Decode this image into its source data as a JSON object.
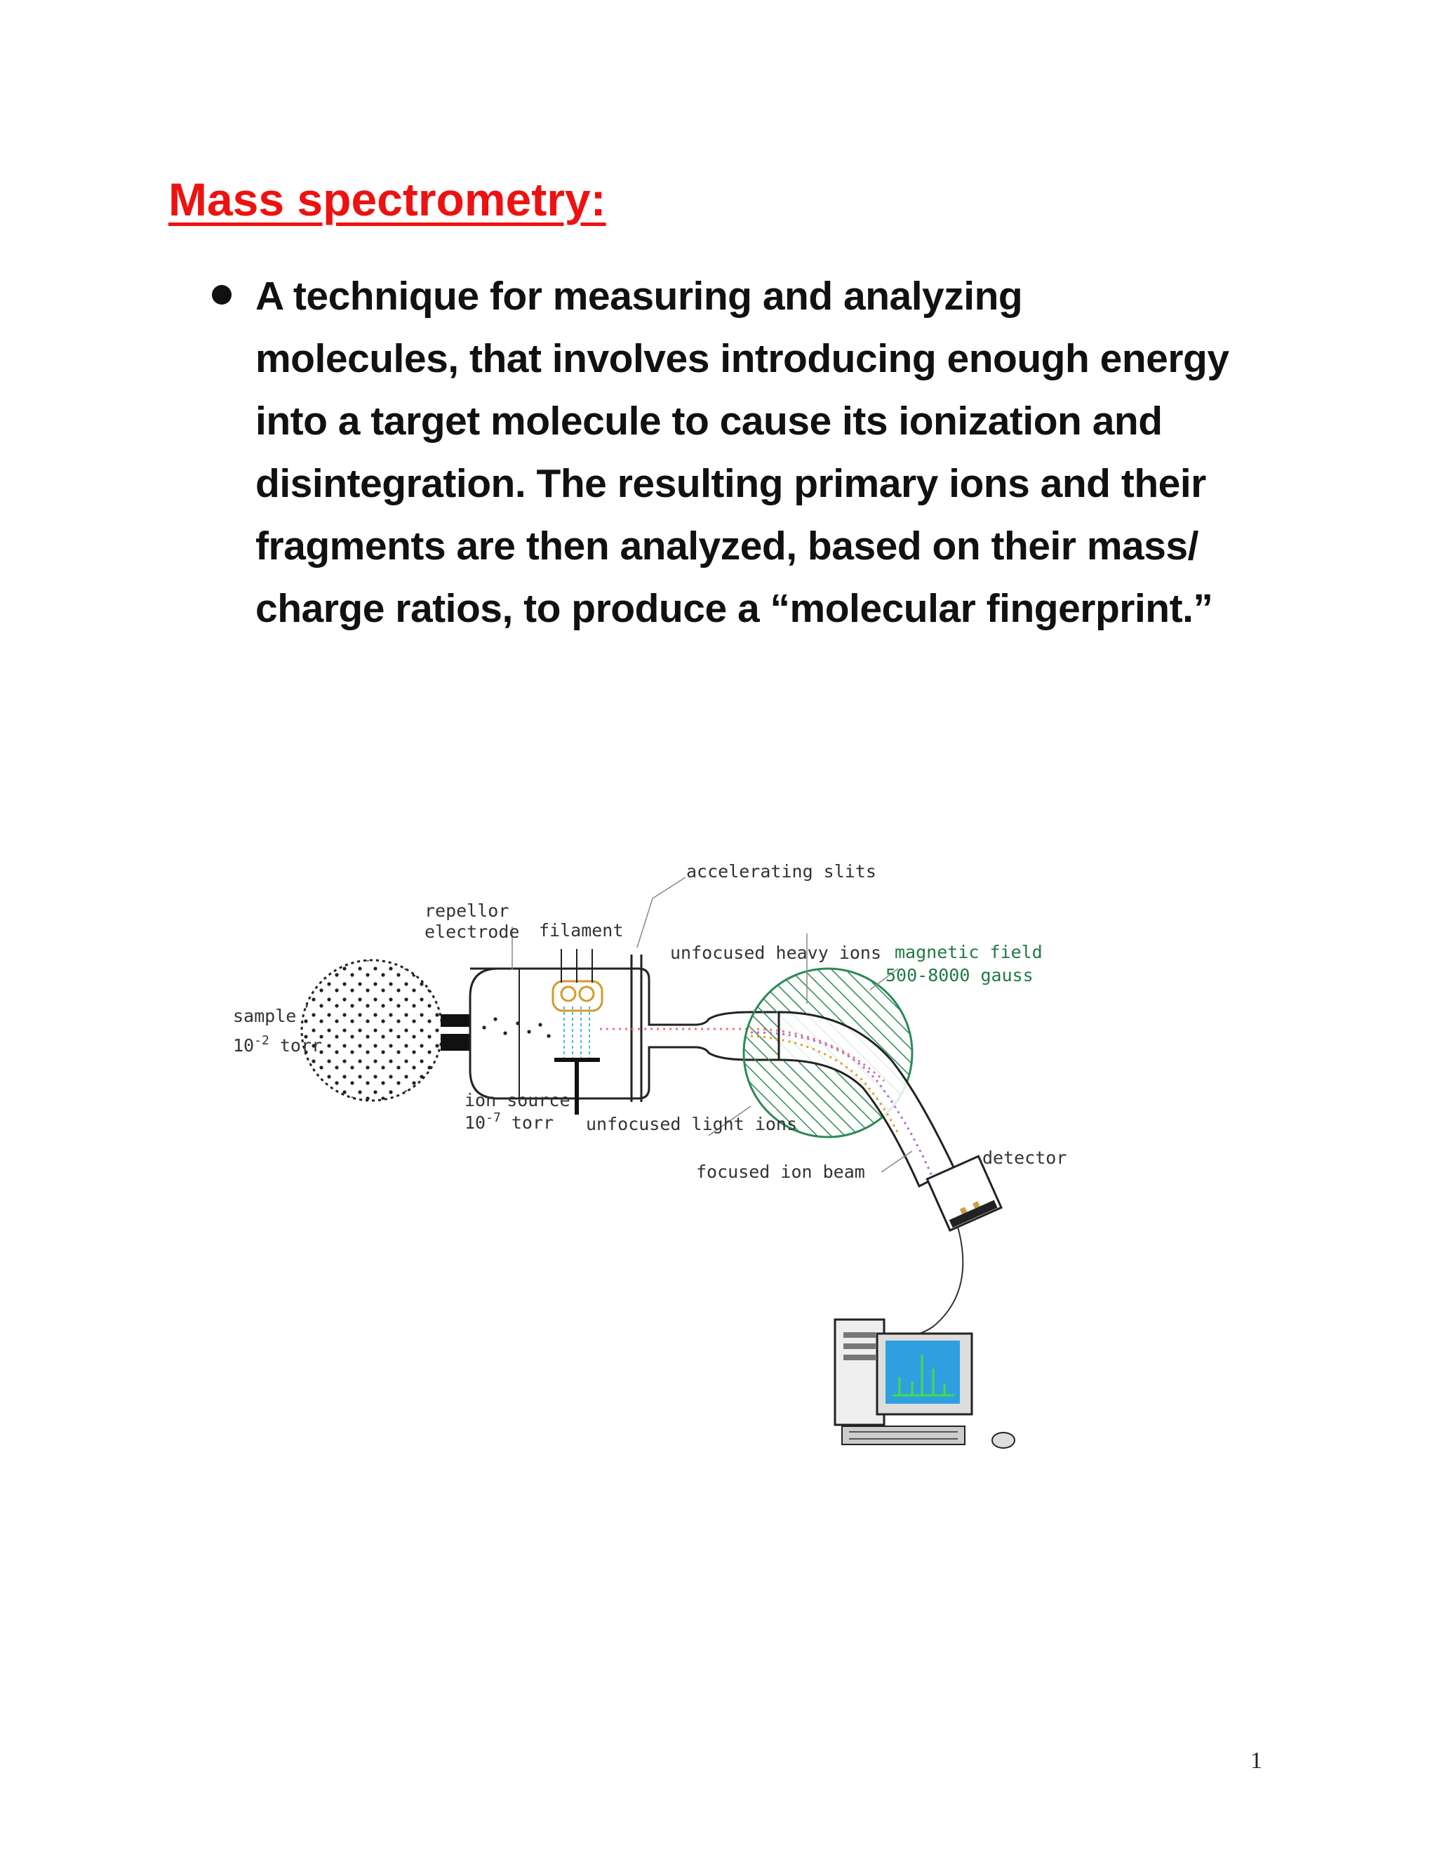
{
  "page": {
    "title": "Mass spectrometry:",
    "bullet_lines": [
      "A technique for measuring and analyzing",
      "molecules, that involves introducing enough energy",
      "into a  target molecule to cause its ionization and",
      "disintegration. The resulting primary ions and their",
      "fragments are then analyzed, based on their mass/",
      "charge ratios, to produce a “molecular fingerprint.”"
    ],
    "page_number": "1"
  },
  "diagram": {
    "labels": {
      "accelerating_slits": "accelerating slits",
      "repellor": "repellor",
      "electrode": "electrode",
      "filament": "filament",
      "unfocused_heavy_ions": "unfocused heavy ions",
      "magnetic_field": "magnetic field",
      "gauss": "500-8000 gauss",
      "sample": "sample",
      "sample_pressure_base": "10",
      "sample_pressure_exp": "-2",
      "sample_pressure_unit": " torr",
      "ion_source": "ion source",
      "ion_source_pressure_base": "10",
      "ion_source_pressure_exp": "-7",
      "ion_source_pressure_unit": " torr",
      "unfocused_light_ions": "unfocused light ions",
      "detector": "detector",
      "focused_ion_beam": "focused ion beam"
    },
    "colors": {
      "magnetic_field_hatch": "#2c8a55",
      "heavy_ion_path": "#e47a7a",
      "light_ion_path": "#e0a020",
      "focused_beam": "#b070d0",
      "screen": "#2f9fe0",
      "spectrum_peaks": "#44dd44"
    }
  }
}
